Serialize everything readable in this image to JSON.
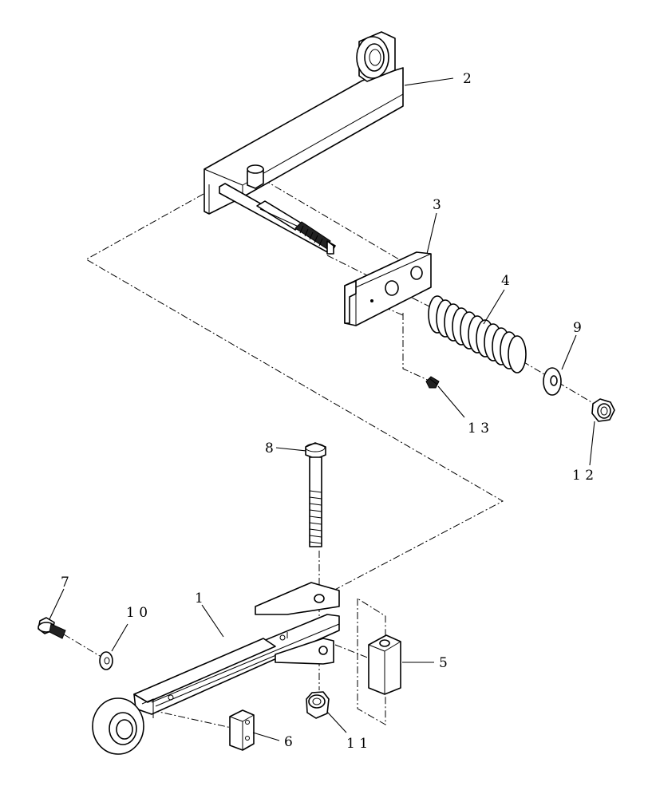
{
  "diagram": {
    "callouts": {
      "c1": "1",
      "c2": "2",
      "c3": "3",
      "c4": "4",
      "c5": "5",
      "c6": "6",
      "c7": "7",
      "c8": "8",
      "c9": "9",
      "c10": "1 0",
      "c11": "1 1",
      "c12": "1 2",
      "c13": "1 3"
    }
  }
}
